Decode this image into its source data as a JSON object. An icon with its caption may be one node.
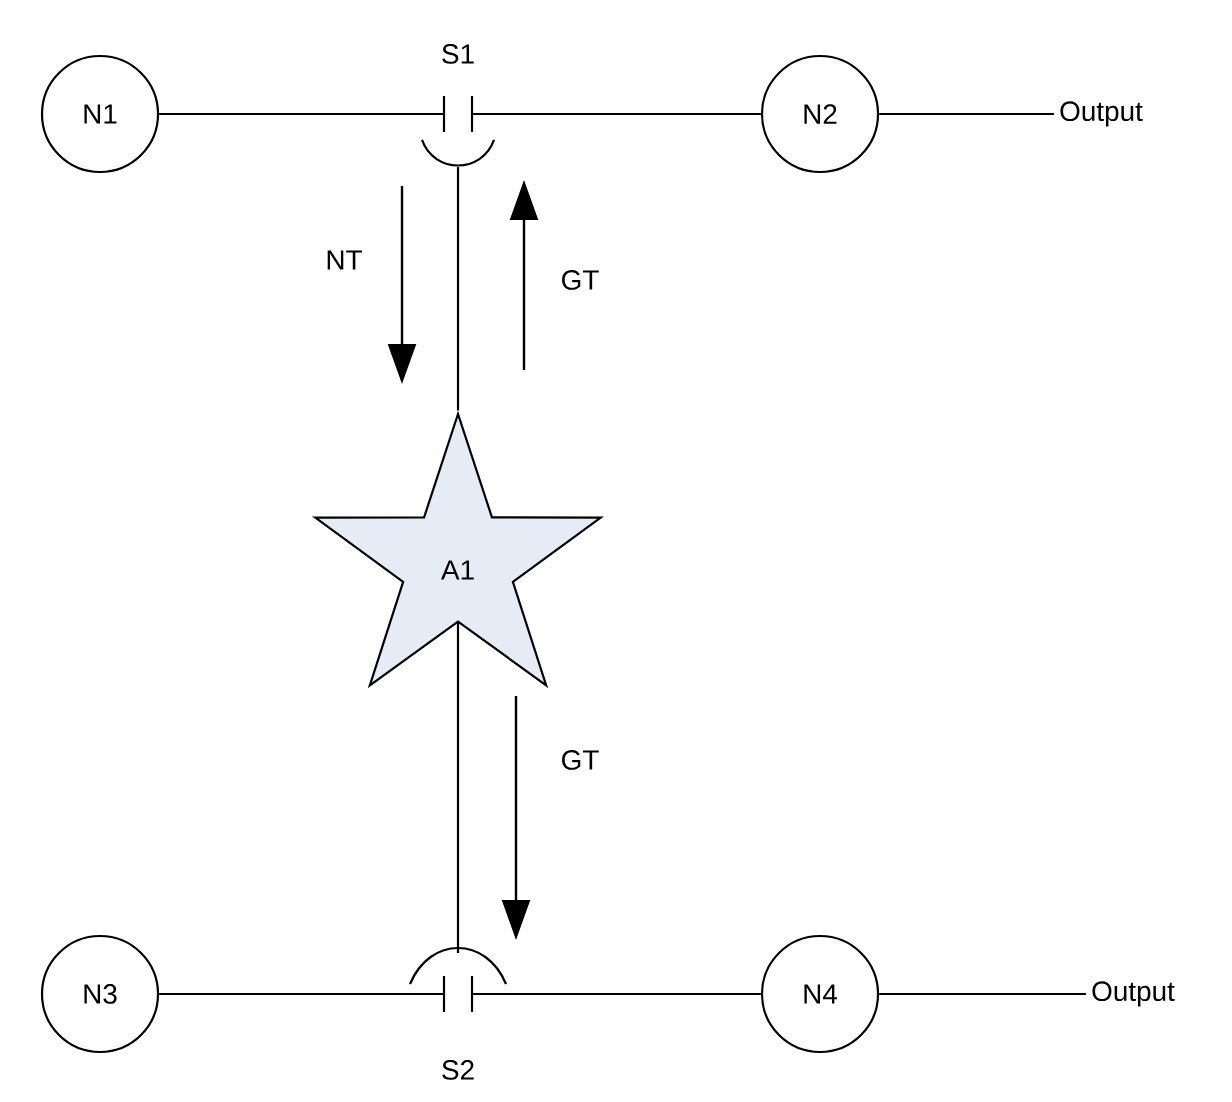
{
  "diagram": {
    "nodes": [
      {
        "text": [
          "N1"
        ]
      },
      {
        "text": [
          "S1"
        ]
      },
      {
        "text": [
          "N2"
        ]
      },
      {
        "text": [
          "Output"
        ]
      },
      {
        "text": [
          "A1"
        ]
      },
      {
        "text": [
          "N3"
        ]
      },
      {
        "text": [
          "S2"
        ]
      },
      {
        "text": [
          "N4"
        ]
      },
      {
        "text": [
          "Output"
        ]
      }
    ],
    "edges": [
      {
        "from": 0,
        "to": 1,
        "arrow": "none"
      },
      {
        "from": 1,
        "to": 2,
        "arrow": "none"
      },
      {
        "from": 2,
        "to": 3,
        "arrow": "none"
      },
      {
        "from": 1,
        "to": 4,
        "arrow": "none"
      },
      {
        "from": 4,
        "to": 6,
        "arrow": "none"
      },
      {
        "from": 5,
        "to": 6,
        "arrow": "none"
      },
      {
        "from": 6,
        "to": 7,
        "arrow": "none"
      },
      {
        "from": 7,
        "to": 8,
        "arrow": "none"
      }
    ],
    "labels": [
      "NT",
      "GT",
      "GT"
    ]
  }
}
